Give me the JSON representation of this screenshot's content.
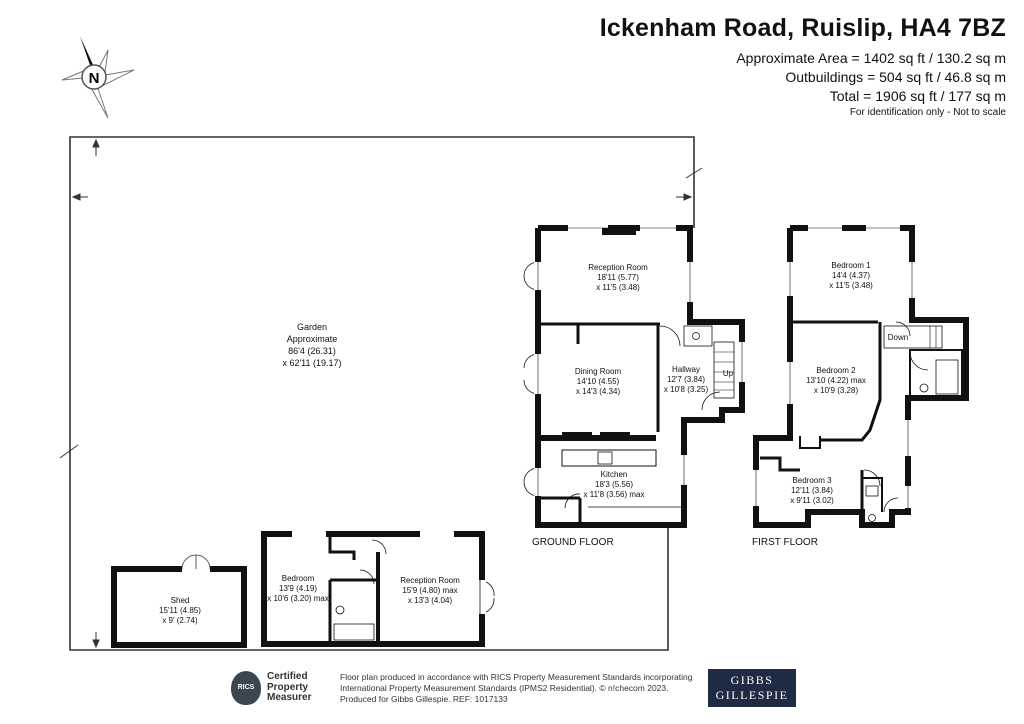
{
  "header": {
    "title": "Ickenham Road, Ruislip, HA4 7BZ",
    "area_lines": [
      "Approximate Area = 1402 sq ft / 130.2 sq m",
      "Outbuildings = 504 sq ft / 46.8 sq m",
      "Total = 1906 sq ft / 177 sq m"
    ],
    "note": "For identification only - Not to scale"
  },
  "compass": {
    "letter": "N"
  },
  "garden": {
    "name": "Garden",
    "l2": "Approximate",
    "l3": "86'4 (26.31)",
    "l4": "x 62'11 (19.17)"
  },
  "shed": {
    "name": "Shed",
    "l2": "15'11 (4.85)",
    "l3": "x 9' (2.74)"
  },
  "annex": {
    "bedroom": {
      "name": "Bedroom",
      "l2": "13'9 (4.19)",
      "l3": "x 10'6 (3.20) max"
    },
    "reception": {
      "name": "Reception Room",
      "l2": "15'9 (4.80) max",
      "l3": "x 13'3 (4.04)"
    }
  },
  "ground_floor": {
    "label": "GROUND FLOOR",
    "reception": {
      "name": "Reception Room",
      "l2": "18'11 (5.77)",
      "l3": "x 11'5 (3.48)"
    },
    "dining": {
      "name": "Dining Room",
      "l2": "14'10 (4.55)",
      "l3": "x 14'3 (4.34)"
    },
    "hallway": {
      "name": "Hallway",
      "l2": "12'7 (3.84)",
      "l3": "x 10'8 (3.25)"
    },
    "kitchen": {
      "name": "Kitchen",
      "l2": "18'3 (5.56)",
      "l3": "x 11'8 (3.56) max"
    },
    "stairs": "Up"
  },
  "first_floor": {
    "label": "FIRST FLOOR",
    "bedroom1": {
      "name": "Bedroom 1",
      "l2": "14'4 (4.37)",
      "l3": "x 11'5 (3.48)"
    },
    "bedroom2": {
      "name": "Bedroom 2",
      "l2": "13'10 (4.22) max",
      "l3": "x 10'9 (3.28)"
    },
    "bedroom3": {
      "name": "Bedroom 3",
      "l2": "12'11 (3.84)",
      "l3": "x 9'11 (3.02)"
    },
    "stairs": "Down"
  },
  "footer": {
    "rics_badge": "RICS",
    "rics_text": [
      "Certified",
      "Property",
      "Measurer"
    ],
    "lines": [
      "Floor plan produced in accordance with RICS Property Measurement Standards incorporating",
      "International Property Measurement Standards (IPMS2 Residential). © n!checom 2023.",
      "Produced for Gibbs Gillespie.   REF: 1017133"
    ],
    "brand": [
      "GIBBS",
      "GILLESPIE"
    ]
  },
  "colors": {
    "wall": "#111111",
    "window": "#ffffff",
    "brand": "#1f2a44"
  }
}
